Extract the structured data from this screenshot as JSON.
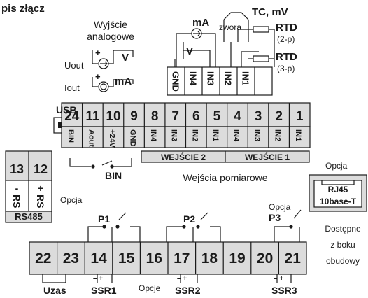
{
  "title": "pis złącz",
  "analog_output": {
    "heading_line1": "Wyjście",
    "heading_line2": "analogowe",
    "uout": "Uout",
    "iout": "Iout",
    "v": "V",
    "ma": "mA",
    "plus": "+",
    "minus": "–"
  },
  "input_diagram": {
    "ma": "mA",
    "tc_mv": "TC, mV",
    "zwora": "zwora",
    "rtd_2p": "RTD",
    "rtd_2p_sub": "(2-p)",
    "rtd_3p": "RTD",
    "rtd_3p_sub": "(3-p)",
    "v": "V",
    "terminals": [
      "GND",
      "IN4",
      "IN3",
      "IN2",
      "IN1"
    ]
  },
  "usb": "USB",
  "main_block": {
    "numbers": [
      "24",
      "11",
      "10",
      "9",
      "8",
      "7",
      "6",
      "5",
      "4",
      "3",
      "2",
      "1"
    ],
    "labels": [
      "BIN",
      "Aout",
      "+24V",
      "GND",
      "IN4",
      "IN3",
      "IN2",
      "IN1",
      "IN4",
      "IN3",
      "IN2",
      "IN1"
    ],
    "wejscia2": "WEJŚCIE 2",
    "wejscia1": "WEJŚCIE 1",
    "bin": "BIN",
    "wejscia_pomiarowe": "Wejścia pomiarowe"
  },
  "rs485": {
    "numbers": [
      "13",
      "12"
    ],
    "signs": [
      "-",
      "+"
    ],
    "rs": "RS",
    "label": "RS485",
    "opcja": "Opcja"
  },
  "rj45": {
    "opcja": "Opcja",
    "line1": "RJ45",
    "line2": "10base-T",
    "dostepne": [
      "Dostępne",
      "z boku",
      "obudowy"
    ]
  },
  "relays": {
    "p1": "P1",
    "p2": "P2",
    "p3": "P3",
    "p3_opcja": "Opcja"
  },
  "bottom_block": {
    "numbers": [
      "22",
      "23",
      "14",
      "15",
      "16",
      "17",
      "18",
      "19",
      "20",
      "21"
    ],
    "uzas": "Uzas",
    "ssr1": "SSR1",
    "ssr2": "SSR2",
    "ssr3": "SSR3",
    "opcje": "Opcje",
    "pm": "–  +"
  },
  "colors": {
    "block": "#dcdcdc",
    "stroke": "#1a1a1a",
    "text": "#1a1a1a"
  }
}
